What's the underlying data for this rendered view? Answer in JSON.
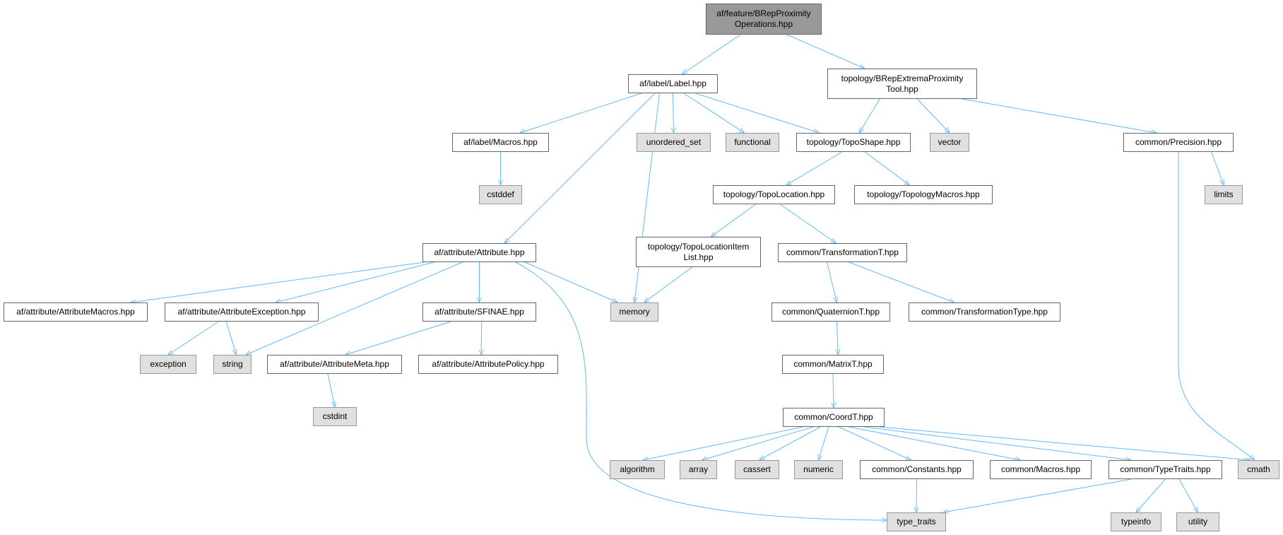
{
  "colors": {
    "edge": "#63b8ff",
    "root_fill": "#999999",
    "external_fill": "#e0e0e0",
    "node_border": "#666666"
  },
  "nodes": {
    "root": "af/feature/BRepProximity\nOperations.hpp",
    "label": "af/label/Label.hpp",
    "extrema": "topology/BRepExtremaProximity\nTool.hpp",
    "macros": "af/label/Macros.hpp",
    "unordered_set": "unordered_set",
    "functional": "functional",
    "toposhape": "topology/TopoShape.hpp",
    "vector": "vector",
    "precision": "common/Precision.hpp",
    "cstddef": "cstddef",
    "topolocation": "topology/TopoLocation.hpp",
    "topologymacros": "topology/TopologyMacros.hpp",
    "limits": "limits",
    "attribute": "af/attribute/Attribute.hpp",
    "topolocationitemlist": "topology/TopoLocationItem\nList.hpp",
    "transformation": "common/TransformationT.hpp",
    "attributemacros": "af/attribute/AttributeMacros.hpp",
    "attributeexception": "af/attribute/AttributeException.hpp",
    "sfinae": "af/attribute/SFINAE.hpp",
    "memory": "memory",
    "quaternion": "common/QuaternionT.hpp",
    "transformationtype": "common/TransformationType.hpp",
    "exception": "exception",
    "string": "string",
    "attributemeta": "af/attribute/AttributeMeta.hpp",
    "attributepolicy": "af/attribute/AttributePolicy.hpp",
    "matrix": "common/MatrixT.hpp",
    "cstdint": "cstdint",
    "coord": "common/CoordT.hpp",
    "algorithm": "algorithm",
    "array": "array",
    "cassert": "cassert",
    "numeric": "numeric",
    "constants": "common/Constants.hpp",
    "commonmacros": "common/Macros.hpp",
    "typetraits_hpp": "common/TypeTraits.hpp",
    "cmath": "cmath",
    "type_traits": "type_traits",
    "typeinfo": "typeinfo",
    "utility": "utility"
  }
}
